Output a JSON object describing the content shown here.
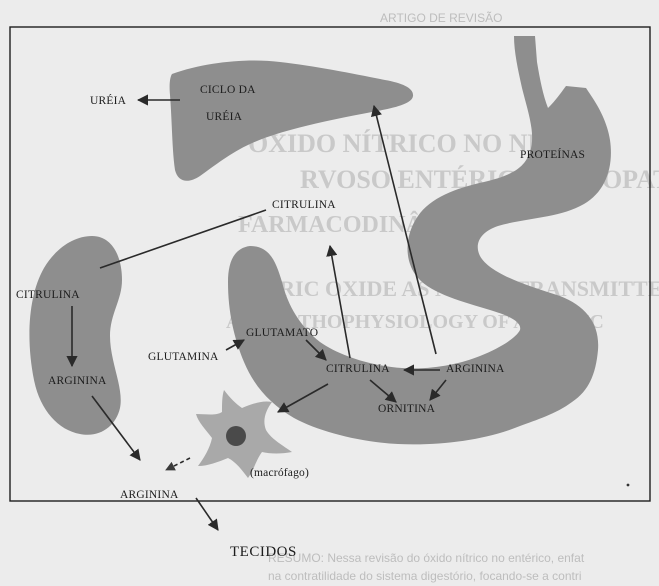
{
  "bleed_through": {
    "header": "ARTIGO DE REVISÃO",
    "line1": "ÓXIDO NÍTRICO NO NEU",
    "line2": "RVOSO ENTÉRICO: FISIOPAT",
    "line3": "FARMACODINÂMICO",
    "line4": "NITRIC OXIDE AS NEUROTRANSMITTER",
    "line5": "AND PATHOPHYSIOLOGY OF A CLINIC",
    "footer1": "RESUMO: Nessa revisão do óxido nítrico no entérico, enfat",
    "footer2": "na contratilidade do sistema digestório, focando-se a contri"
  },
  "organs": {
    "liver": {
      "name": "liver",
      "label_line1": "CICLO DA",
      "label_line2": "URÉIA"
    },
    "kidney": {
      "name": "kidney"
    },
    "intestine": {
      "name": "intestine"
    },
    "macrophage": {
      "name": "macrophage"
    }
  },
  "labels": {
    "ureia": "URÉIA",
    "ciclo_line1": "CICLO DA",
    "ciclo_line2": "URÉIA",
    "proteinas": "PROTEÍNAS",
    "citrulina_top": "CITRULINA",
    "citrulina_kidney": "CITRULINA",
    "arginina_kidney": "ARGININA",
    "glutamato": "GLUTAMATO",
    "glutamina": "GLUTAMINA",
    "citrulina_gut": "CITRULINA",
    "arginina_gut": "ARGININA",
    "ornitina": "ORNITINA",
    "macrofago": "(macrófago)",
    "arginina_bottom": "ARGININA",
    "tecidos": "TECIDOS"
  },
  "colors": {
    "organ_fill": "#8e8e8e",
    "macrophage_fill": "#a9a9a9",
    "nucleus": "#4a4a4a",
    "arrow": "#2a2a2a",
    "border": "#1e1e1e",
    "paper": "#ededed"
  }
}
